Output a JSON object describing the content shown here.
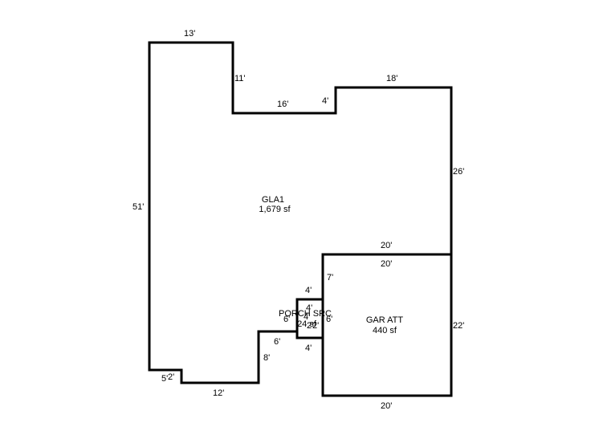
{
  "areas": {
    "gla": {
      "name": "GLA1",
      "size": "1,679 sf"
    },
    "garage": {
      "name": "GAR ATT",
      "size": "440 sf"
    },
    "porch": {
      "name": "PORCH SRC",
      "size": "24 sf"
    }
  },
  "dimensions": {
    "gla_top": "13'",
    "gla_step_down": "11'",
    "gla_mid_run": "16'",
    "gla_small_rise": "4'",
    "gla_right_top": "18'",
    "gla_right_side": "26'",
    "gla_left_side": "51'",
    "gla_bottom_small_a": "5'",
    "gla_bottom_small_b": "2'",
    "gla_bottom_run": "12'",
    "gla_inner_rise": "8'",
    "gla_inner_run": "6'",
    "shared_wall_top": "20'",
    "garage_top": "20'",
    "garage_left_upper": "7'",
    "garage_right": "22'",
    "garage_bottom": "20'",
    "porch_top": "4'",
    "porch_inner_top": "4'",
    "porch_left": "6'",
    "porch_right": "6'",
    "porch_inner_a": "4'",
    "porch_inner_b": "2'",
    "porch_inner_c": "2'",
    "porch_bottom": "4'"
  }
}
